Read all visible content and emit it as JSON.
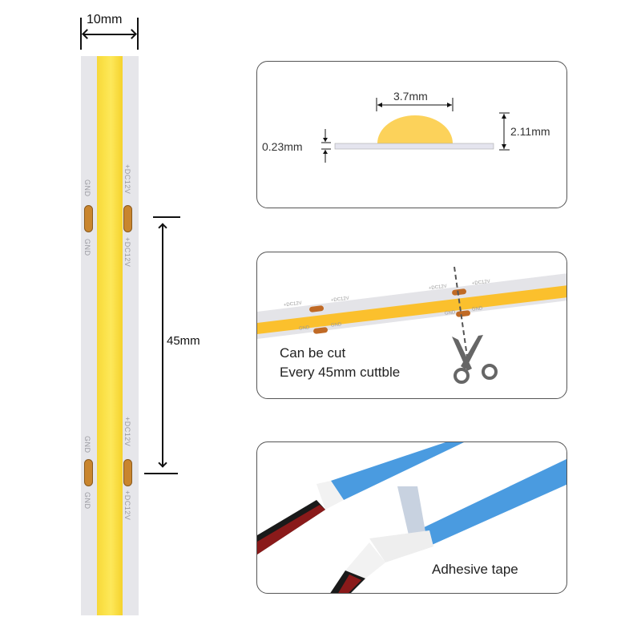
{
  "strip": {
    "width_label": "10mm",
    "cut_spacing_label": "45mm",
    "pad_labels": {
      "gnd": "GND",
      "dc": "+DC12V"
    },
    "colors": {
      "base": "#e6e6ea",
      "led": "#fbe24a",
      "pad": "#c9852e"
    }
  },
  "panels": {
    "cross_section": {
      "width_label": "3.7mm",
      "height_label": "2.11mm",
      "thickness_label": "0.23mm",
      "colors": {
        "dome": "#fcd25a",
        "base": "#e4e4ee"
      }
    },
    "cut": {
      "line1": "Can be cut",
      "line2": "Every 45mm cuttble",
      "strip_labels": {
        "dc": "+DC12V",
        "gnd": "GND"
      },
      "icon": "scissors-icon"
    },
    "adhesive": {
      "label": "Adhesive tape",
      "colors": {
        "tape": "#4a9be0",
        "wire_black": "#1a1a1a",
        "wire_red": "#8a1a1a"
      }
    }
  }
}
